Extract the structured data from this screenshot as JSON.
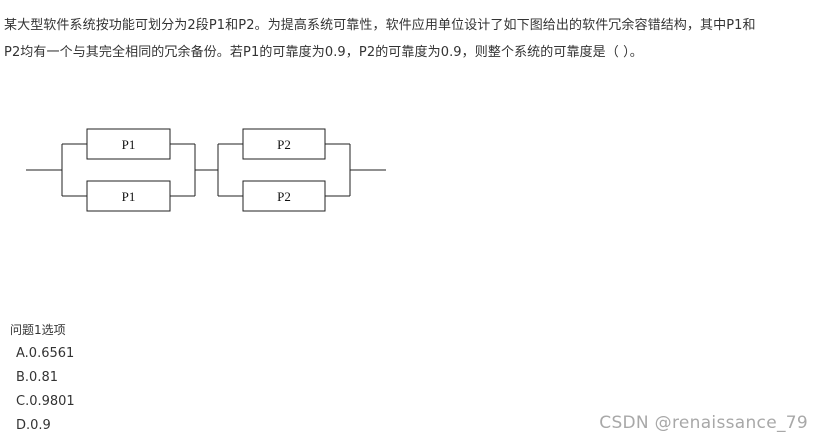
{
  "question": {
    "line1": "某大型软件系统按功能可划分为2段P1和P2。为提高系统可靠性，软件应用单位设计了如下图给出的软件冗余容错结构，其中P1和",
    "line2": "P2均有一个与其完全相同的冗余备份。若P1的可靠度为0.9，P2的可靠度为0.9，则整个系统的可靠度是（    ）。"
  },
  "diagram": {
    "block_p1_top": "P1",
    "block_p1_bottom": "P1",
    "block_p2_top": "P2",
    "block_p2_bottom": "P2"
  },
  "options_title": "问题1选项",
  "options": [
    {
      "label": "A.0.6561"
    },
    {
      "label": "B.0.81"
    },
    {
      "label": "C.0.9801"
    },
    {
      "label": "D.0.9"
    }
  ],
  "watermark": "CSDN @renaissance_79"
}
